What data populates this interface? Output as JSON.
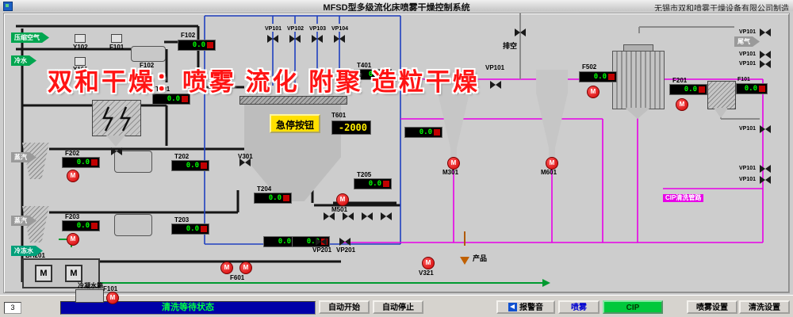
{
  "header": {
    "title": "MFSD型多级流化床喷雾干燥控制系统",
    "company": "无锡市双和喷雾干燥设备有限公司制造"
  },
  "watermark": "双和干燥：喷雾 流化 附聚 造粒干燥",
  "estop": "急停按钮",
  "pump_label": "M",
  "displays": {
    "value": "0.0",
    "dryer": "-2000"
  },
  "feeds": {
    "compressed_air": "压缩空气",
    "cold_water": "冷水",
    "steam": "蒸汽",
    "chilled_water": "冷冻水",
    "vent": "排空",
    "tail_gas": "尾气",
    "product": "产品",
    "condensate_tank": "冷凝水箱",
    "cip_line": "CIP清洗管路"
  },
  "tags": {
    "y102": "Y102",
    "f101_top": "F101",
    "y101": "Y101",
    "f102_vessel": "F102",
    "f102_disp": "F102",
    "t201": "T201",
    "vp101_top": "VP101",
    "vp102": "VP102",
    "vp103": "VP103",
    "vp104": "VP104",
    "t401": "T401",
    "vp101_mid": "VP101",
    "f502": "F502",
    "f201": "F201",
    "t601": "T601",
    "v301": "V301",
    "t202": "T202",
    "t203": "T203",
    "t204": "T204",
    "t205": "T205",
    "f202": "F202",
    "f203": "F203",
    "m501": "M501",
    "m301": "M301",
    "m601": "M601",
    "vp201_a": "VP201",
    "vp201_b": "VP201",
    "v321": "V321",
    "f601": "F601",
    "bh201": "BH201",
    "f101_pump": "F101",
    "f101_right": "F101",
    "vp101_r1": "VP101",
    "vp101_r2": "VP101",
    "vp101_r3": "VP101",
    "vp101_r4": "VP101",
    "vp101_r5": "VP101",
    "vp101_r6": "VP101"
  },
  "statusbar": {
    "page": "3",
    "status": "清洗等待状态",
    "auto_start": "自动开始",
    "auto_stop": "自动停止",
    "alarm": "报警音",
    "spray": "喷雾",
    "cip": "CIP",
    "spray_setup": "喷雾设置",
    "clean_setup": "清洗设置"
  }
}
